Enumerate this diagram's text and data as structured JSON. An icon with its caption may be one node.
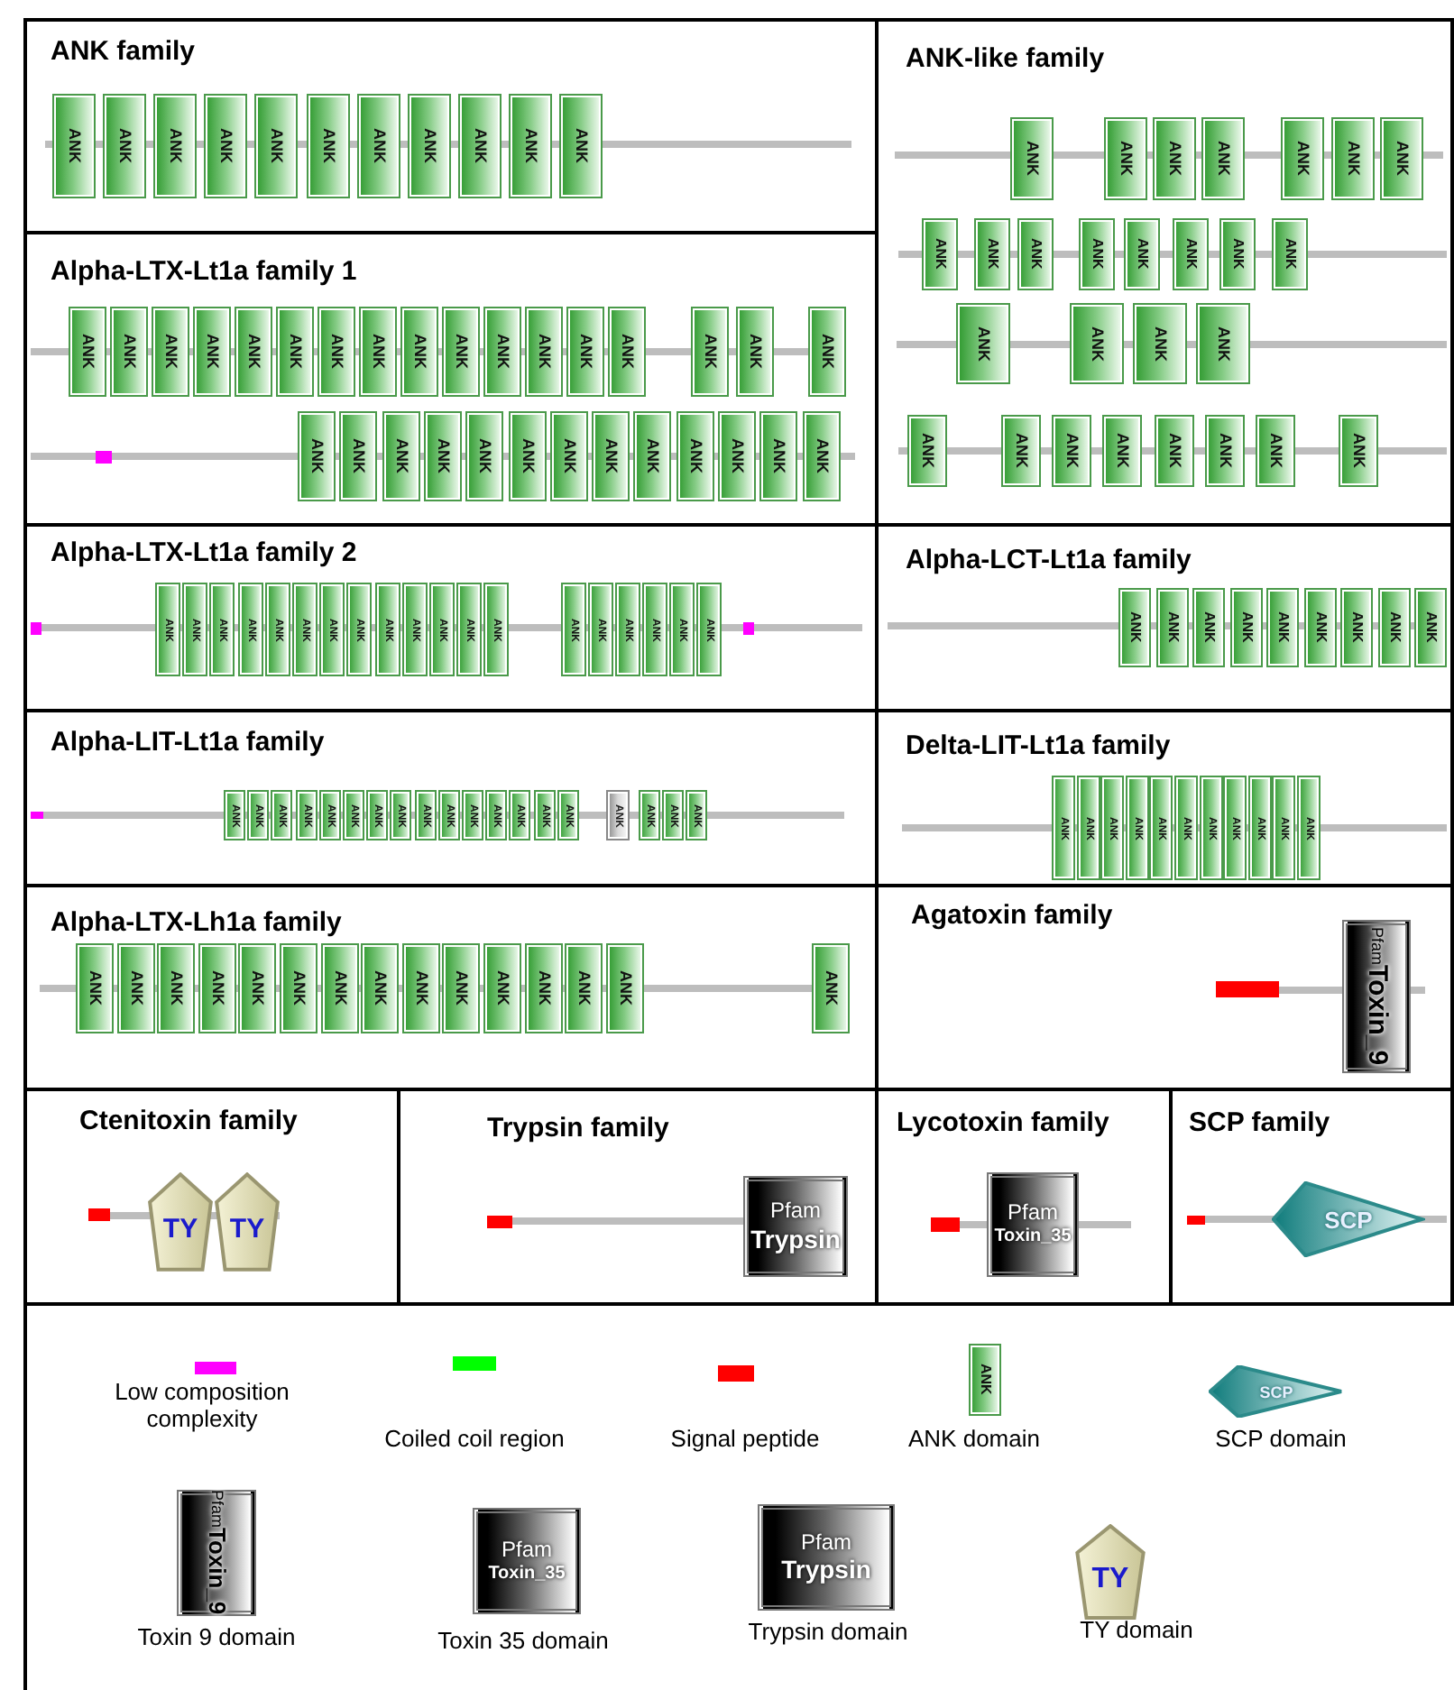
{
  "diagram": {
    "nodes": [
      {
        "text": [
          "ANK family"
        ]
      },
      {
        "text": [
          "ANK-like family"
        ]
      },
      {
        "text": [
          "Alpha-LTX-Lt1a family 1"
        ]
      },
      {
        "text": [
          "Alpha-LTX-Lt1a family 2"
        ]
      },
      {
        "text": [
          "Alpha-LCT-Lt1a family"
        ]
      },
      {
        "text": [
          "Alpha-LIT-Lt1a family"
        ]
      },
      {
        "text": [
          "Delta-LIT-Lt1a family"
        ]
      },
      {
        "text": [
          "Alpha-LTX-Lh1a family"
        ]
      },
      {
        "text": [
          "Agatoxin family"
        ]
      },
      {
        "text": [
          "Ctenitoxin family"
        ]
      },
      {
        "text": [
          "Trypsin family"
        ]
      },
      {
        "text": [
          "Lycotoxin family"
        ]
      },
      {
        "text": [
          "SCP family"
        ]
      },
      {
        "text": [
          "ANK"
        ],
        "in": 0
      },
      {
        "text": [
          "ANK"
        ],
        "in": 0
      },
      {
        "text": [
          "ANK"
        ],
        "in": 0
      },
      {
        "text": [
          "ANK"
        ],
        "in": 0
      },
      {
        "text": [
          "ANK"
        ],
        "in": 0
      },
      {
        "text": [
          "ANK"
        ],
        "in": 0
      },
      {
        "text": [
          "ANK"
        ],
        "in": 0
      },
      {
        "text": [
          "ANK"
        ],
        "in": 0
      },
      {
        "text": [
          "ANK"
        ],
        "in": 0
      },
      {
        "text": [
          "ANK"
        ],
        "in": 0
      },
      {
        "text": [
          "ANK"
        ],
        "in": 0
      },
      {
        "text": [
          "ANK"
        ],
        "in": 1
      },
      {
        "text": [
          "ANK"
        ],
        "in": 1
      },
      {
        "text": [
          "ANK"
        ],
        "in": 1
      },
      {
        "text": [
          "ANK"
        ],
        "in": 1
      },
      {
        "text": [
          "ANK"
        ],
        "in": 1
      },
      {
        "text": [
          "ANK"
        ],
        "in": 1
      },
      {
        "text": [
          "ANK"
        ],
        "in": 1
      },
      {
        "text": [
          "ANK"
        ],
        "in": 1
      },
      {
        "text": [
          "ANK"
        ],
        "in": 1
      },
      {
        "text": [
          "ANK"
        ],
        "in": 1
      },
      {
        "text": [
          "ANK"
        ],
        "in": 1
      },
      {
        "text": [
          "ANK"
        ],
        "in": 1
      },
      {
        "text": [
          "ANK"
        ],
        "in": 1
      },
      {
        "text": [
          "ANK"
        ],
        "in": 1
      },
      {
        "text": [
          "ANK"
        ],
        "in": 1
      },
      {
        "text": [
          "ANK"
        ],
        "in": 1
      },
      {
        "text": [
          "ANK"
        ],
        "in": 1
      },
      {
        "text": [
          "ANK"
        ],
        "in": 1
      },
      {
        "text": [
          "ANK"
        ],
        "in": 1
      },
      {
        "text": [
          "ANK"
        ],
        "in": 1
      },
      {
        "text": [
          "ANK"
        ],
        "in": 1
      },
      {
        "text": [
          "ANK"
        ],
        "in": 1
      },
      {
        "text": [
          "ANK"
        ],
        "in": 1
      },
      {
        "text": [
          "ANK"
        ],
        "in": 1
      },
      {
        "text": [
          "ANK"
        ],
        "in": 1
      },
      {
        "text": [
          "ANK"
        ],
        "in": 1
      },
      {
        "text": [
          "ANK"
        ],
        "in": 1
      },
      {
        "text": [
          "ANK"
        ],
        "in": 2
      },
      {
        "text": [
          "ANK"
        ],
        "in": 2
      },
      {
        "text": [
          "ANK"
        ],
        "in": 2
      },
      {
        "text": [
          "ANK"
        ],
        "in": 2
      },
      {
        "text": [
          "ANK"
        ],
        "in": 2
      },
      {
        "text": [
          "ANK"
        ],
        "in": 2
      },
      {
        "text": [
          "ANK"
        ],
        "in": 2
      },
      {
        "text": [
          "ANK"
        ],
        "in": 2
      },
      {
        "text": [
          "ANK"
        ],
        "in": 2
      },
      {
        "text": [
          "ANK"
        ],
        "in": 2
      },
      {
        "text": [
          "ANK"
        ],
        "in": 2
      },
      {
        "text": [
          "ANK"
        ],
        "in": 2
      },
      {
        "text": [
          "ANK"
        ],
        "in": 2
      },
      {
        "text": [
          "ANK"
        ],
        "in": 2
      },
      {
        "text": [
          "ANK"
        ],
        "in": 2
      },
      {
        "text": [
          "ANK"
        ],
        "in": 2
      },
      {
        "text": [
          "ANK"
        ],
        "in": 2
      },
      {
        "text": [
          "ANK"
        ],
        "in": 2
      },
      {
        "text": [
          "ANK"
        ],
        "in": 2
      },
      {
        "text": [
          "ANK"
        ],
        "in": 2
      },
      {
        "text": [
          "ANK"
        ],
        "in": 2
      },
      {
        "text": [
          "ANK"
        ],
        "in": 2
      },
      {
        "text": [
          "ANK"
        ],
        "in": 2
      },
      {
        "text": [
          "ANK"
        ],
        "in": 2
      },
      {
        "text": [
          "ANK"
        ],
        "in": 2
      },
      {
        "text": [
          "ANK"
        ],
        "in": 2
      },
      {
        "text": [
          "ANK"
        ],
        "in": 2
      },
      {
        "text": [
          "ANK"
        ],
        "in": 2
      },
      {
        "text": [
          "ANK"
        ],
        "in": 2
      },
      {
        "text": [
          "ANK"
        ],
        "in": 2
      },
      {
        "text": [
          "ANK"
        ],
        "in": 3
      },
      {
        "text": [
          "ANK"
        ],
        "in": 3
      },
      {
        "text": [
          "ANK"
        ],
        "in": 3
      },
      {
        "text": [
          "ANK"
        ],
        "in": 3
      },
      {
        "text": [
          "ANK"
        ],
        "in": 3
      },
      {
        "text": [
          "ANK"
        ],
        "in": 3
      },
      {
        "text": [
          "ANK"
        ],
        "in": 3
      },
      {
        "text": [
          "ANK"
        ],
        "in": 3
      },
      {
        "text": [
          "ANK"
        ],
        "in": 3
      },
      {
        "text": [
          "ANK"
        ],
        "in": 3
      },
      {
        "text": [
          "ANK"
        ],
        "in": 3
      },
      {
        "text": [
          "ANK"
        ],
        "in": 3
      },
      {
        "text": [
          "ANK"
        ],
        "in": 3
      },
      {
        "text": [
          "ANK"
        ],
        "in": 3
      },
      {
        "text": [
          "ANK"
        ],
        "in": 3
      },
      {
        "text": [
          "ANK"
        ],
        "in": 3
      },
      {
        "text": [
          "ANK"
        ],
        "in": 3
      },
      {
        "text": [
          "ANK"
        ],
        "in": 3
      },
      {
        "text": [
          "ANK"
        ],
        "in": 3
      },
      {
        "text": [
          "ANK"
        ],
        "in": 4
      },
      {
        "text": [
          "ANK"
        ],
        "in": 4
      },
      {
        "text": [
          "ANK"
        ],
        "in": 4
      },
      {
        "text": [
          "ANK"
        ],
        "in": 4
      },
      {
        "text": [
          "ANK"
        ],
        "in": 4
      },
      {
        "text": [
          "ANK"
        ],
        "in": 4
      },
      {
        "text": [
          "ANK"
        ],
        "in": 4
      },
      {
        "text": [
          "ANK"
        ],
        "in": 4
      },
      {
        "text": [
          "ANK"
        ],
        "in": 4
      },
      {
        "text": [
          "ANK"
        ],
        "in": 5
      },
      {
        "text": [
          "ANK"
        ],
        "in": 5
      },
      {
        "text": [
          "ANK"
        ],
        "in": 5
      },
      {
        "text": [
          "ANK"
        ],
        "in": 5
      },
      {
        "text": [
          "ANK"
        ],
        "in": 5
      },
      {
        "text": [
          "ANK"
        ],
        "in": 5
      },
      {
        "text": [
          "ANK"
        ],
        "in": 5
      },
      {
        "text": [
          "ANK"
        ],
        "in": 5
      },
      {
        "text": [
          "ANK"
        ],
        "in": 5
      },
      {
        "text": [
          "ANK"
        ],
        "in": 5
      },
      {
        "text": [
          "ANK"
        ],
        "in": 5
      },
      {
        "text": [
          "ANK"
        ],
        "in": 5
      },
      {
        "text": [
          "ANK"
        ],
        "in": 5
      },
      {
        "text": [
          "ANK"
        ],
        "in": 5
      },
      {
        "text": [
          "ANK"
        ],
        "in": 5
      },
      {
        "text": [
          "ANK"
        ],
        "in": 5
      },
      {
        "text": [
          "ANK"
        ],
        "in": 5
      },
      {
        "text": [
          "ANK"
        ],
        "in": 5
      },
      {
        "text": [
          "ANK"
        ],
        "in": 5
      },
      {
        "text": [
          "ANK"
        ],
        "in": 6
      },
      {
        "text": [
          "ANK"
        ],
        "in": 6
      },
      {
        "text": [
          "ANK"
        ],
        "in": 6
      },
      {
        "text": [
          "ANK"
        ],
        "in": 6
      },
      {
        "text": [
          "ANK"
        ],
        "in": 6
      },
      {
        "text": [
          "ANK"
        ],
        "in": 6
      },
      {
        "text": [
          "ANK"
        ],
        "in": 6
      },
      {
        "text": [
          "ANK"
        ],
        "in": 6
      },
      {
        "text": [
          "ANK"
        ],
        "in": 6
      },
      {
        "text": [
          "ANK"
        ],
        "in": 6
      },
      {
        "text": [
          "ANK"
        ],
        "in": 6
      },
      {
        "text": [
          "ANK"
        ],
        "in": 7
      },
      {
        "text": [
          "ANK"
        ],
        "in": 7
      },
      {
        "text": [
          "ANK"
        ],
        "in": 7
      },
      {
        "text": [
          "ANK"
        ],
        "in": 7
      },
      {
        "text": [
          "ANK"
        ],
        "in": 7
      },
      {
        "text": [
          "ANK"
        ],
        "in": 7
      },
      {
        "text": [
          "ANK"
        ],
        "in": 7
      },
      {
        "text": [
          "ANK"
        ],
        "in": 7
      },
      {
        "text": [
          "ANK"
        ],
        "in": 7
      },
      {
        "text": [
          "ANK"
        ],
        "in": 7
      },
      {
        "text": [
          "ANK"
        ],
        "in": 7
      },
      {
        "text": [
          "ANK"
        ],
        "in": 7
      },
      {
        "text": [
          "ANK"
        ],
        "in": 7
      },
      {
        "text": [
          "ANK"
        ],
        "in": 7
      },
      {
        "text": [
          "ANK"
        ],
        "in": 7
      },
      {
        "text": [
          "Pfam",
          "Toxin_9"
        ],
        "in": 8
      },
      {
        "text": [
          "TY"
        ],
        "in": 9
      },
      {
        "text": [
          "TY"
        ],
        "in": 9
      },
      {
        "text": [
          "Pfam",
          "Trypsin"
        ],
        "in": 10
      },
      {
        "text": [
          "Pfam",
          "Toxin_35"
        ],
        "in": 11
      },
      {
        "text": [
          "SCP"
        ],
        "in": 12
      },
      {
        "text": [
          "ANK"
        ]
      },
      {
        "text": [
          "SCP"
        ]
      },
      {
        "text": [
          "Pfam",
          "Toxin_9"
        ]
      },
      {
        "text": [
          "Pfam",
          "Toxin_35"
        ]
      },
      {
        "text": [
          "Pfam",
          "Trypsin"
        ]
      },
      {
        "text": [
          "TY"
        ]
      }
    ],
    "legend": [
      {
        "text": "Low composition complexity",
        "color": "#ff00ff"
      },
      {
        "text": "Coiled coil region",
        "color": "#00ff00"
      },
      {
        "text": "Signal peptide",
        "color": "#ff0000"
      },
      {
        "text": "ANK domain"
      },
      {
        "text": "SCP domain"
      },
      {
        "text": "Toxin 9 domain"
      },
      {
        "text": "Toxin 35 domain"
      },
      {
        "text": "Trypsin domain"
      },
      {
        "text": "TY domain"
      }
    ]
  }
}
